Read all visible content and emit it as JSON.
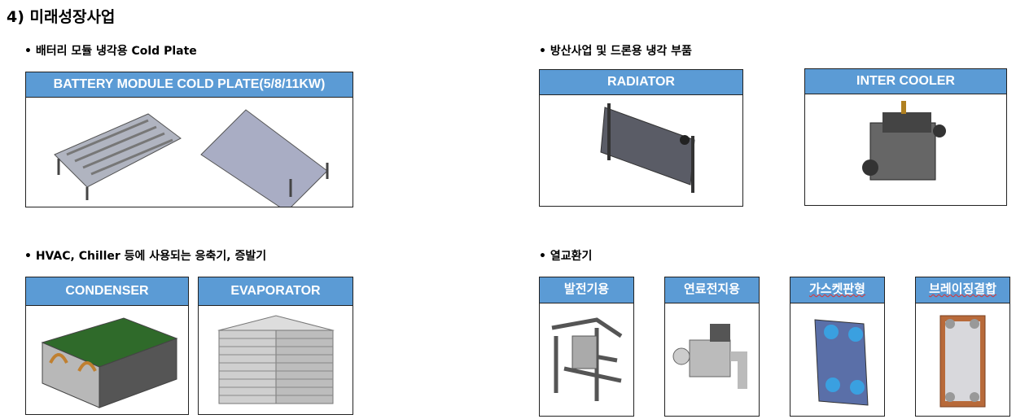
{
  "title": "4) 미래성장사업",
  "sections": {
    "cold_plate": {
      "bullet": "• 배터리 모듈 냉각용 Cold Plate",
      "box": "BATTERY MODULE COLD PLATE(5/8/11KW)"
    },
    "defense": {
      "bullet": "• 방산사업 및 드론용 냉각 부품",
      "radiator": "RADIATOR",
      "inter_cooler": "INTER COOLER"
    },
    "hvac": {
      "bullet": "• HVAC, Chiller 등에 사용되는 응축기, 증발기",
      "condenser": "CONDENSER",
      "evaporator": "EVAPORATOR"
    },
    "heat_exchanger": {
      "bullet": "• 열교환기",
      "items": [
        "발전기용",
        "연료전지용",
        "가스켓판형",
        "브레이징결합"
      ]
    }
  },
  "colors": {
    "header": "#5b9bd5"
  }
}
